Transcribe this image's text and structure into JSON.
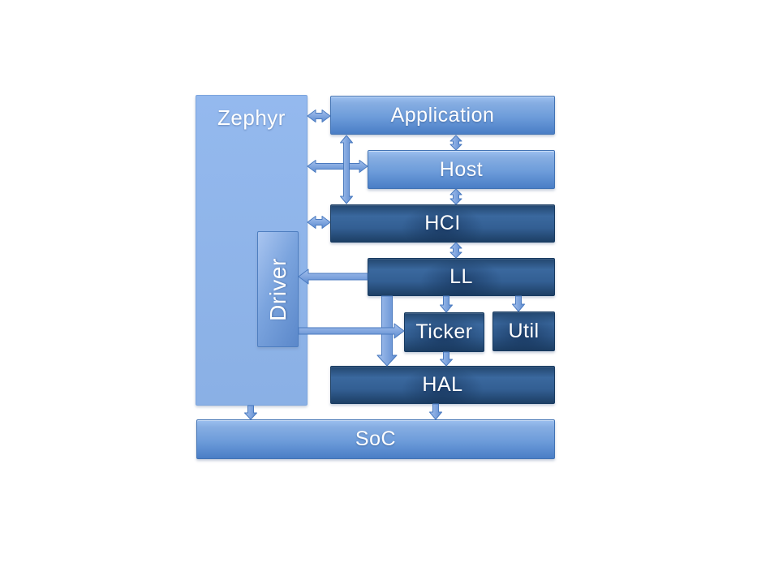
{
  "diagram": {
    "nodes": {
      "zephyr": {
        "label": "Zephyr",
        "style": "light-panel"
      },
      "application": {
        "label": "Application",
        "style": "light"
      },
      "host": {
        "label": "Host",
        "style": "light"
      },
      "hci": {
        "label": "HCI",
        "style": "dark"
      },
      "ll": {
        "label": "LL",
        "style": "dark"
      },
      "driver": {
        "label": "Driver",
        "style": "light"
      },
      "ticker": {
        "label": "Ticker",
        "style": "dark"
      },
      "util": {
        "label": "Util",
        "style": "dark"
      },
      "hal": {
        "label": "HAL",
        "style": "dark"
      },
      "soc": {
        "label": "SoC",
        "style": "light"
      }
    },
    "edges": [
      {
        "from": "zephyr",
        "to": "application",
        "bidirectional": true
      },
      {
        "from": "application",
        "to": "host",
        "bidirectional": true
      },
      {
        "from": "zephyr",
        "to": "host",
        "bidirectional": true
      },
      {
        "from": "application",
        "to": "hci",
        "bidirectional": true
      },
      {
        "from": "zephyr",
        "to": "hci",
        "bidirectional": true
      },
      {
        "from": "host",
        "to": "hci",
        "bidirectional": true
      },
      {
        "from": "hci",
        "to": "ll",
        "bidirectional": true
      },
      {
        "from": "ll",
        "to": "driver",
        "bidirectional": false
      },
      {
        "from": "ll",
        "to": "ticker",
        "bidirectional": false
      },
      {
        "from": "ll",
        "to": "util",
        "bidirectional": false
      },
      {
        "from": "ll",
        "to": "hal",
        "bidirectional": false
      },
      {
        "from": "driver",
        "to": "ticker",
        "bidirectional": false
      },
      {
        "from": "ticker",
        "to": "hal",
        "bidirectional": false
      },
      {
        "from": "zephyr",
        "to": "soc",
        "bidirectional": false
      },
      {
        "from": "hal",
        "to": "soc",
        "bidirectional": false
      }
    ],
    "colors": {
      "background": "#ffffff",
      "panel_fill": "#8fb4ea",
      "light_box_top": "#9cc0f0",
      "light_box_bottom": "#4a7ec6",
      "dark_box_top": "#23476f",
      "dark_box_mid": "#3a689e",
      "dark_box_bottom": "#1d3f65",
      "arrow_fill_light": "#a6c2ee",
      "arrow_fill_dark": "#5d8bd0",
      "arrow_stroke": "#4a7abf",
      "text": "#ffffff"
    }
  }
}
